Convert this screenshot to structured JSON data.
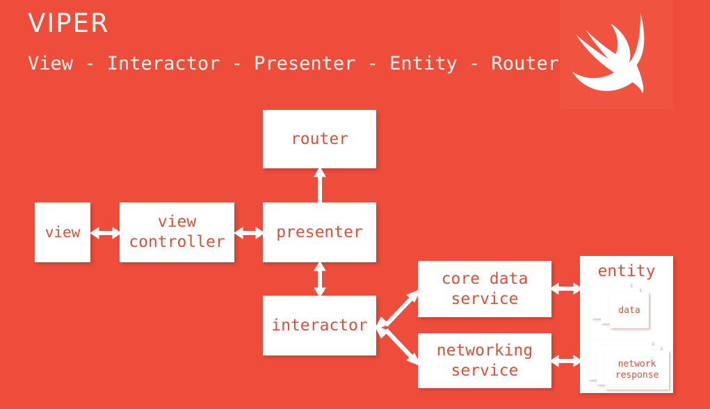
{
  "header": {
    "title": "VIPER",
    "subtitle": "View - Interactor - Presenter - Entity - Router",
    "logo_name": "swift-bird-logo"
  },
  "colors": {
    "background": "#ef4d3c",
    "logo_panel": "#f0533f",
    "node_fill": "#ffffff",
    "node_text": "#d9503a",
    "header_text": "#fdfbf8",
    "arrow": "#ffffff"
  },
  "diagram": {
    "nodes": [
      {
        "id": "view",
        "label": "view"
      },
      {
        "id": "viewctl",
        "label": "view\ncontroller"
      },
      {
        "id": "router",
        "label": "router"
      },
      {
        "id": "presenter",
        "label": "presenter"
      },
      {
        "id": "interactor",
        "label": "interactor"
      },
      {
        "id": "coredata",
        "label": "core data\nservice"
      },
      {
        "id": "networking",
        "label": "networking\nservice"
      }
    ],
    "entity": {
      "title": "entity",
      "stacks": [
        {
          "id": "data",
          "label": "data",
          "count": 3
        },
        {
          "id": "network-response",
          "label": "network\nresponse",
          "count": 3
        }
      ]
    },
    "edges": [
      {
        "id": "view-viewcontroller",
        "from": "view",
        "to": "viewctl",
        "direction": "both"
      },
      {
        "id": "viewcontroller-presenter",
        "from": "viewctl",
        "to": "presenter",
        "direction": "both"
      },
      {
        "id": "presenter-router",
        "from": "presenter",
        "to": "router",
        "direction": "up"
      },
      {
        "id": "presenter-interactor",
        "from": "presenter",
        "to": "interactor",
        "direction": "both"
      },
      {
        "id": "interactor-coredata",
        "from": "interactor",
        "to": "coredata",
        "direction": "both"
      },
      {
        "id": "interactor-networking",
        "from": "interactor",
        "to": "networking",
        "direction": "both"
      },
      {
        "id": "coredata-entity",
        "from": "coredata",
        "to": "entity",
        "direction": "both"
      },
      {
        "id": "networking-entity",
        "from": "networking",
        "to": "entity",
        "direction": "both"
      }
    ]
  }
}
